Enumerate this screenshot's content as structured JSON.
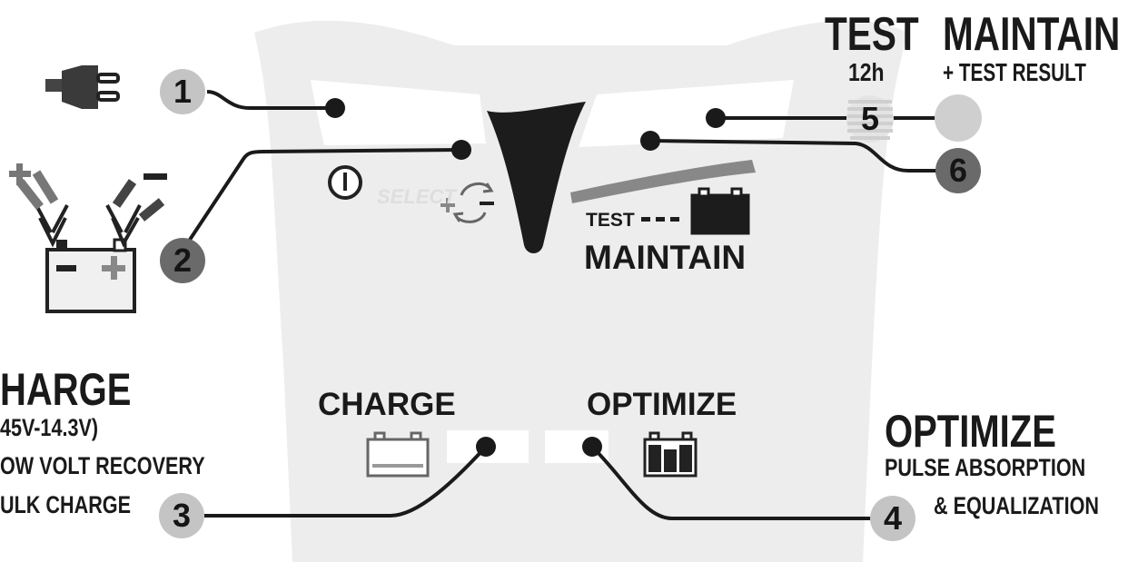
{
  "panel": {
    "test_label": "TEST",
    "test_duration": "12h",
    "maintain_label": "MAINTAIN",
    "test_result_label": "+ TEST RESULT",
    "charge_label": "CHARGE",
    "optimize_label": "OPTIMIZE",
    "test_dash_label": "TEST",
    "maintain_panel_label": "MAINTAIN",
    "watermark": "SELECT"
  },
  "badges": [
    "1",
    "2",
    "3",
    "4",
    "5",
    "6"
  ],
  "left_info": {
    "title": "HARGE",
    "voltage": "45V-14.3V)",
    "line2": "OW VOLT RECOVERY",
    "line3": "ULK CHARGE"
  },
  "right_info": {
    "title": "OPTIMIZE",
    "line1": "PULSE ABSORPTION",
    "line2": "& EQUALIZATION"
  },
  "icons": [
    "power-plug-icon",
    "battery-clamps-icon",
    "power-button-icon",
    "charge-cycle-icon",
    "battery-icon",
    "battery-optimize-icon"
  ],
  "colors": {
    "panel": "#ededed",
    "badge_light": "#c4c4c4",
    "badge_dark": "#6a6a6a",
    "ink": "#1a1a1a"
  }
}
